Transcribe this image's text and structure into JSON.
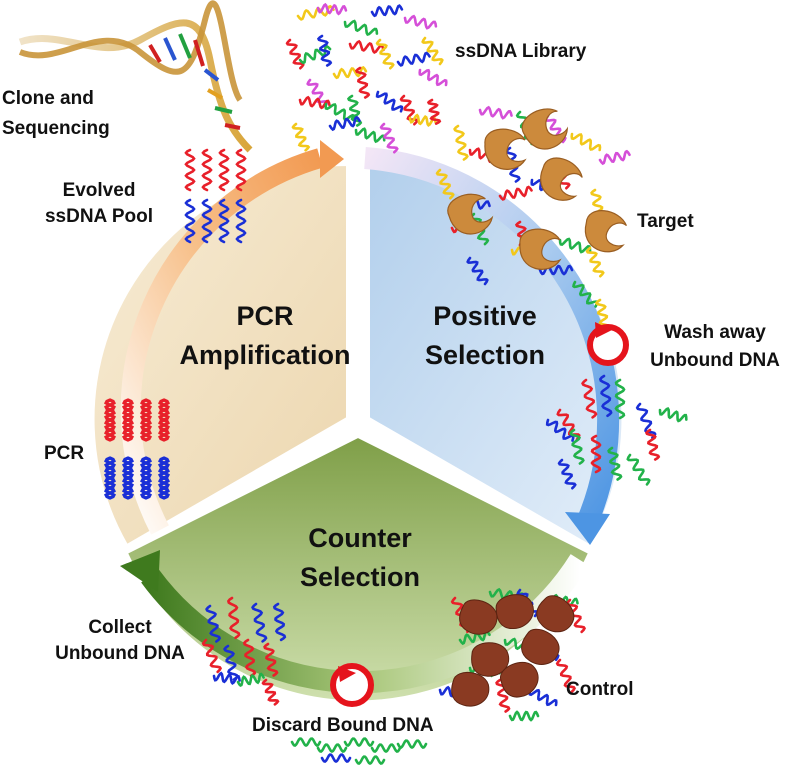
{
  "labels": {
    "library": "ssDNA Library",
    "clone_line1": "Clone and",
    "clone_line2": "Sequencing",
    "evolved_line1": "Evolved",
    "evolved_line2": "ssDNA Pool",
    "target": "Target",
    "wash_line1": "Wash away",
    "wash_line2": "Unbound DNA",
    "pcr_small": "PCR",
    "collect_line1": "Collect",
    "collect_line2": "Unbound DNA",
    "control": "Control",
    "discard": "Discard Bound DNA"
  },
  "segments": {
    "pcr": {
      "line1": "PCR",
      "line2": "Amplification"
    },
    "positive": {
      "line1": "Positive",
      "line2": "Selection"
    },
    "counter": {
      "line1": "Counter",
      "line2": "Selection"
    }
  },
  "colors": {
    "pcr_segment": "#f4e3c3",
    "positive_segment": "#c5ddf2",
    "counter_segment": "#8fad5c",
    "dna_red": "#e8202a",
    "dna_blue": "#1a2fd6",
    "dna_green": "#22b24a",
    "dna_yellow": "#f2c81a",
    "dna_magenta": "#d54fd8",
    "protein": "#cc8a3c",
    "control_protein": "#8a3a22",
    "wash_ring": "#e5141c"
  },
  "icons": [
    "dna-helix-icon",
    "target-protein-icon",
    "control-protein-icon",
    "wash-cycle-icon",
    "discard-cycle-icon"
  ]
}
